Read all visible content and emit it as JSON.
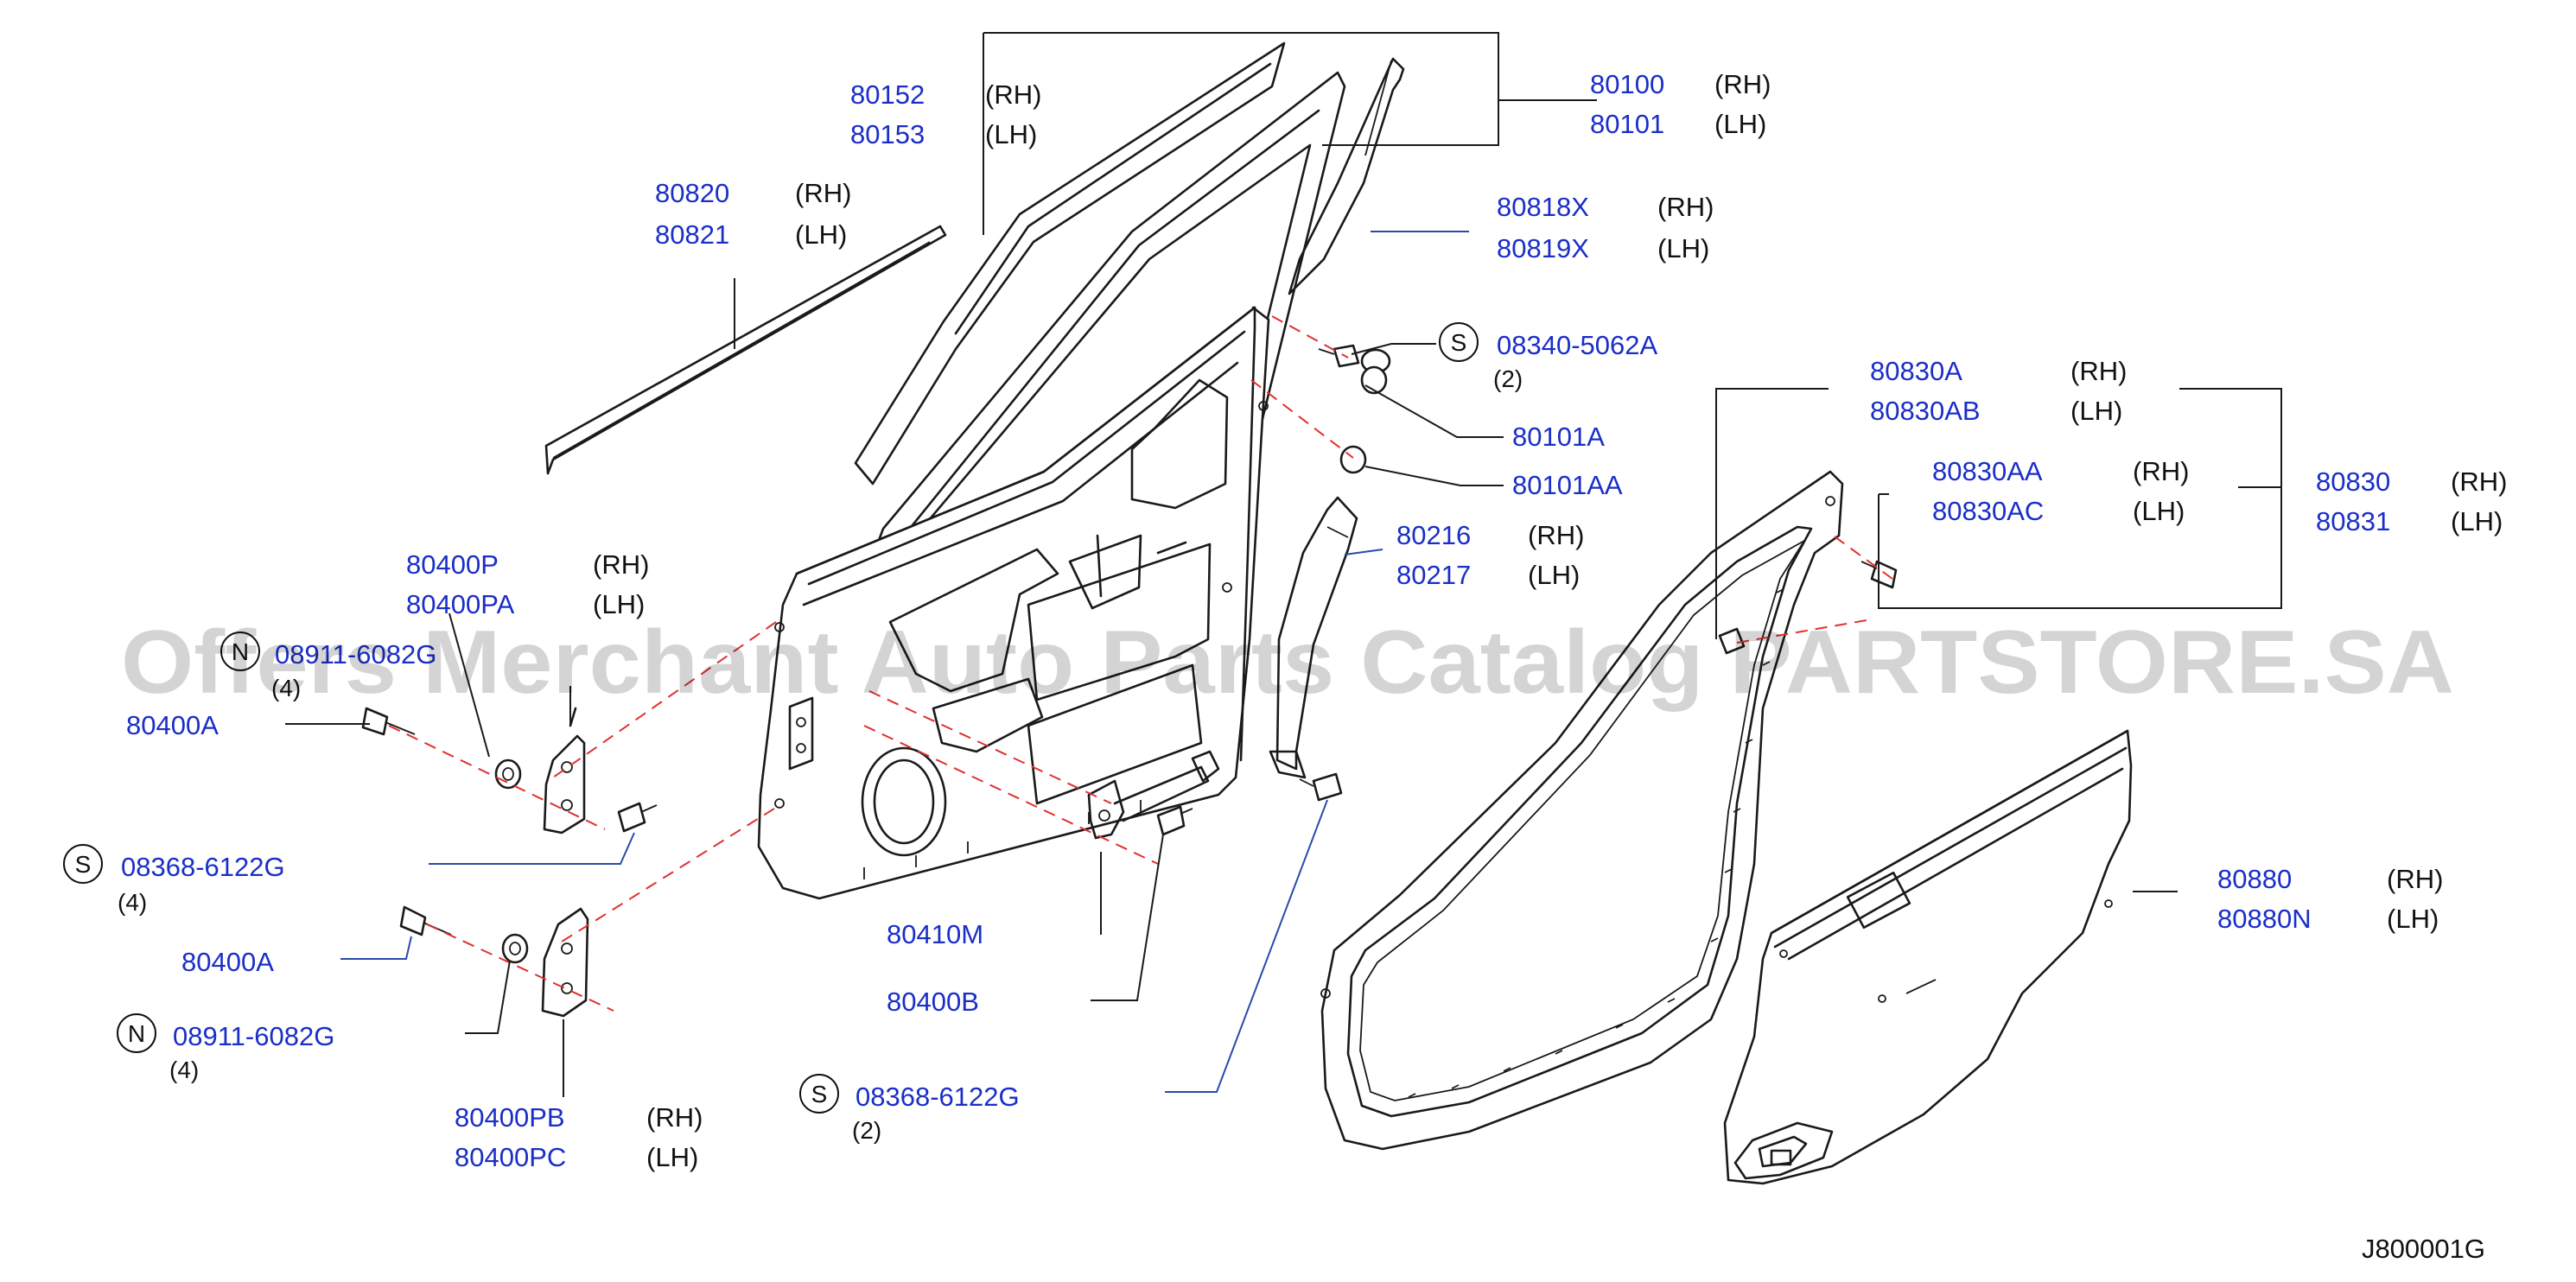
{
  "diagram": {
    "footer_code": "J800001G",
    "watermark": "Offers Merchant Auto Parts Catalog PARTSTORE.SA",
    "labels": [
      {
        "id": "80152",
        "part": "80152",
        "side": "(RH)"
      },
      {
        "id": "80153",
        "part": "80153",
        "side": "(LH)"
      },
      {
        "id": "80100",
        "part": "80100",
        "side": "(RH)"
      },
      {
        "id": "80101",
        "part": "80101",
        "side": "(LH)"
      },
      {
        "id": "80820",
        "part": "80820",
        "side": "(RH)"
      },
      {
        "id": "80821",
        "part": "80821",
        "side": "(LH)"
      },
      {
        "id": "80818X",
        "part": "80818X",
        "side": "(RH)"
      },
      {
        "id": "80819X",
        "part": "80819X",
        "side": "(LH)"
      },
      {
        "id": "08340-5062A",
        "part": "08340-5062A",
        "symbol": "S",
        "qty": "(2)"
      },
      {
        "id": "80101A",
        "part": "80101A"
      },
      {
        "id": "80101AA",
        "part": "80101AA"
      },
      {
        "id": "80830A",
        "part": "80830A",
        "side": "(RH)"
      },
      {
        "id": "80830AB",
        "part": "80830AB",
        "side": "(LH)"
      },
      {
        "id": "80830AA",
        "part": "80830AA",
        "side": "(RH)"
      },
      {
        "id": "80830AC",
        "part": "80830AC",
        "side": "(LH)"
      },
      {
        "id": "80830",
        "part": "80830",
        "side": "(RH)"
      },
      {
        "id": "80831",
        "part": "80831",
        "side": "(LH)"
      },
      {
        "id": "80216",
        "part": "80216",
        "side": "(RH)"
      },
      {
        "id": "80217",
        "part": "80217",
        "side": "(LH)"
      },
      {
        "id": "80400P",
        "part": "80400P",
        "side": "(RH)"
      },
      {
        "id": "80400PA",
        "part": "80400PA",
        "side": "(LH)"
      },
      {
        "id": "08911-6082G-top",
        "part": "08911-6082G",
        "symbol": "N",
        "qty": "(4)"
      },
      {
        "id": "80400A-top",
        "part": "80400A"
      },
      {
        "id": "08368-6122G-left",
        "part": "08368-6122G",
        "symbol": "S",
        "qty": "(4)"
      },
      {
        "id": "80400A-bottom",
        "part": "80400A"
      },
      {
        "id": "08911-6082G-bottom",
        "part": "08911-6082G",
        "symbol": "N",
        "qty": "(4)"
      },
      {
        "id": "80400PB",
        "part": "80400PB",
        "side": "(RH)"
      },
      {
        "id": "80400PC",
        "part": "80400PC",
        "side": "(LH)"
      },
      {
        "id": "80410M",
        "part": "80410M"
      },
      {
        "id": "80400B",
        "part": "80400B"
      },
      {
        "id": "08368-6122G-center",
        "part": "08368-6122G",
        "symbol": "S",
        "qty": "(2)"
      },
      {
        "id": "80880",
        "part": "80880",
        "side": "(RH)"
      },
      {
        "id": "80880N",
        "part": "80880N",
        "side": "(LH)"
      }
    ]
  }
}
